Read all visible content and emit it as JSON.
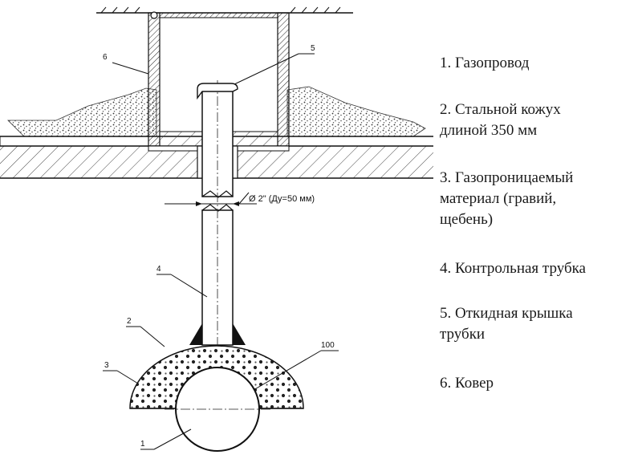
{
  "callouts": {
    "c1": "1",
    "c2": "2",
    "c3": "3",
    "c4": "4",
    "c5": "5",
    "c6": "6",
    "c100": "100"
  },
  "dimension": "Ø 2\" (Ду=50 мм)",
  "legend": [
    {
      "lines": [
        "1. Газопровод"
      ]
    },
    {
      "lines": [
        "2. Стальной кожух",
        "длиной 350 мм"
      ]
    },
    {
      "lines": [
        "3. Газопроницаемый",
        "материал (гравий,",
        "щебень)"
      ]
    },
    {
      "lines": [
        "4. Контрольная трубка"
      ]
    },
    {
      "lines": [
        "5. Откидная крышка",
        "трубки"
      ]
    },
    {
      "lines": [
        "6. Ковер"
      ]
    }
  ]
}
